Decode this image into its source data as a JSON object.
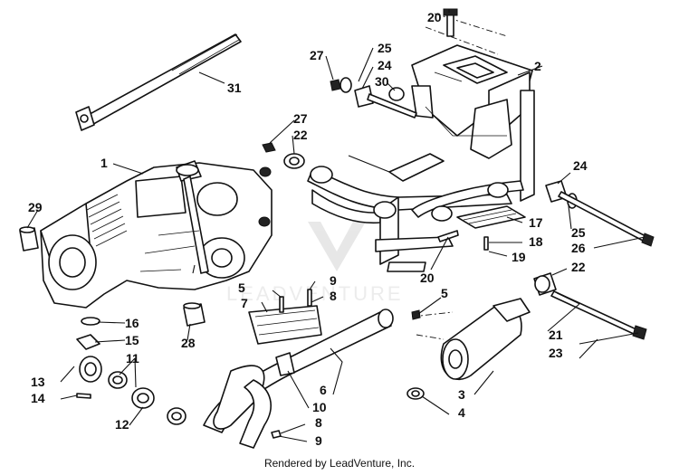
{
  "watermark": "LEADVENTURE",
  "footer": "Rendered by LeadVenture, Inc.",
  "callouts": {
    "c1": "1",
    "c2": "2",
    "c3": "3",
    "c4": "4",
    "c5a": "5",
    "c5b": "5",
    "c6": "6",
    "c7": "7",
    "c8a": "8",
    "c8b": "8",
    "c9a": "9",
    "c9b": "9",
    "c10": "10",
    "c11": "11",
    "c12": "12",
    "c13": "13",
    "c14": "14",
    "c15": "15",
    "c16": "16",
    "c17": "17",
    "c18": "18",
    "c19": "19",
    "c20a": "20",
    "c20b": "20",
    "c21": "21",
    "c22a": "22",
    "c22b": "22",
    "c23": "23",
    "c24a": "24",
    "c24b": "24",
    "c25a": "25",
    "c25b": "25",
    "c26": "26",
    "c27a": "27",
    "c27b": "27",
    "c28": "28",
    "c29": "29",
    "c30": "30",
    "c31": "31"
  }
}
